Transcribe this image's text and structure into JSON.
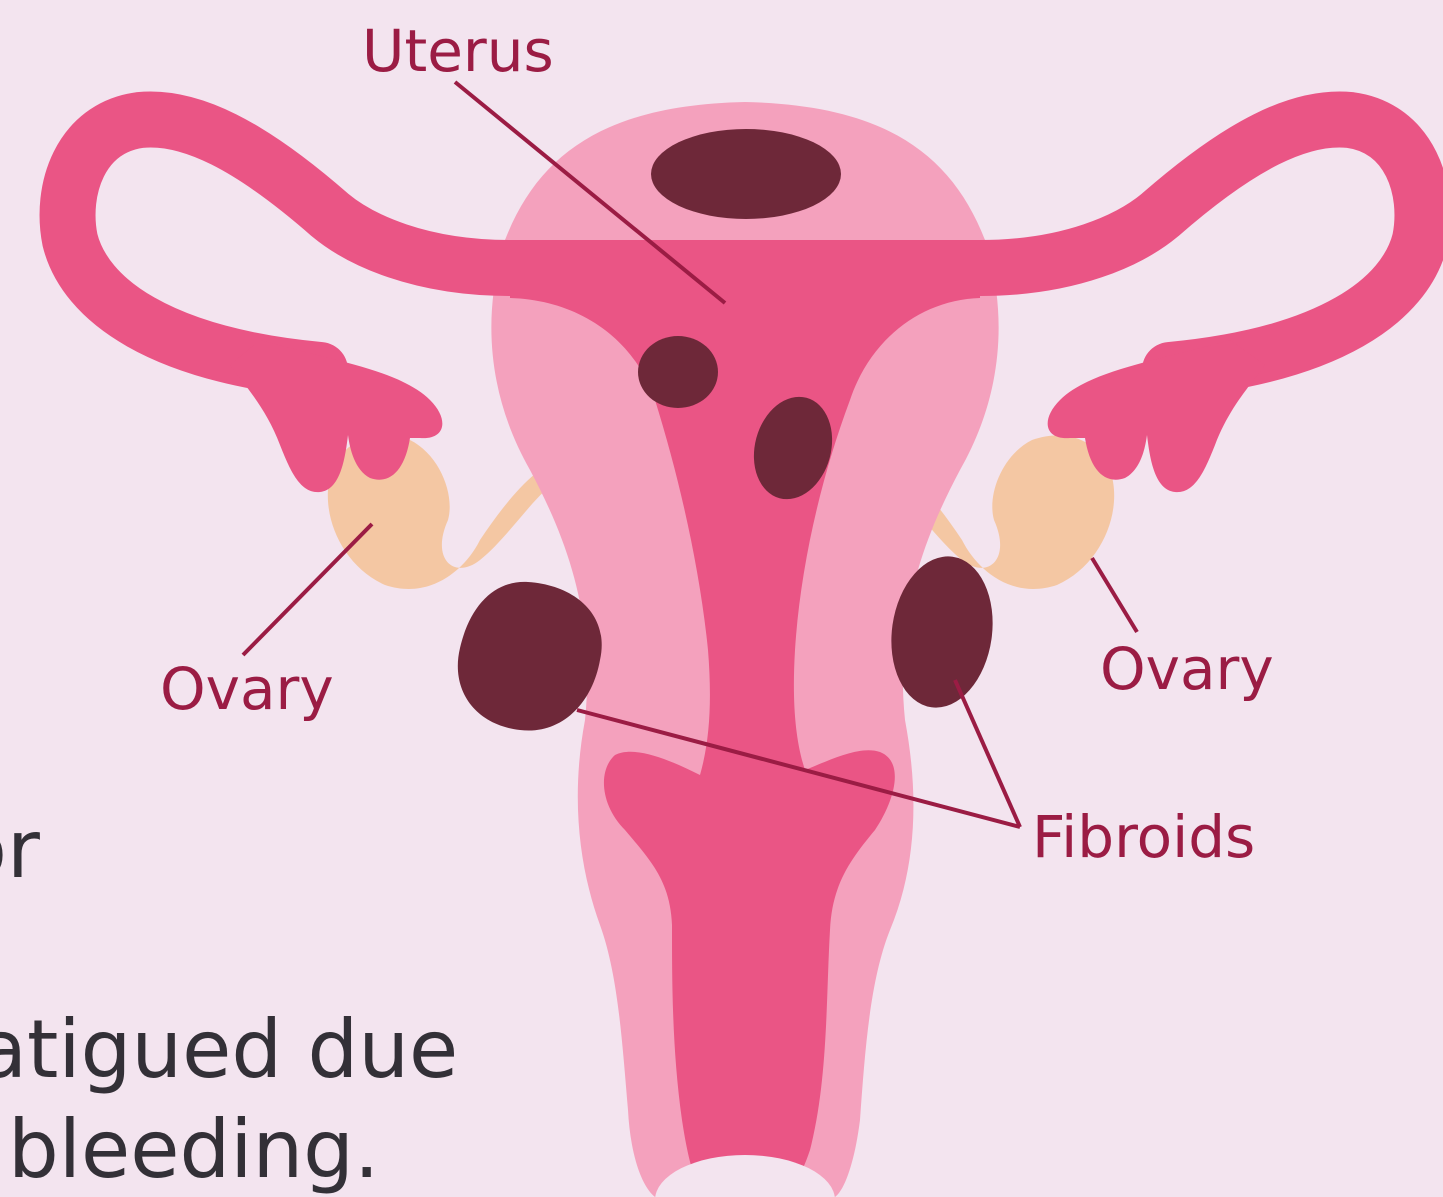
{
  "labels": {
    "uterus": "Uterus",
    "ovary_left": "Ovary",
    "ovary_right": "Ovary",
    "fibroids": "Fibroids"
  },
  "body_text": {
    "line1": "or",
    "line2": "atigued due",
    "line3": "bleeding."
  },
  "colors": {
    "background": "#f3e4ef",
    "uterus_outer": "#f4a1bd",
    "uterus_inner": "#ea5585",
    "fibroid": "#6e2839",
    "ovary": "#f4c7a3",
    "label": "#9b1c44",
    "body_text": "#333037"
  }
}
